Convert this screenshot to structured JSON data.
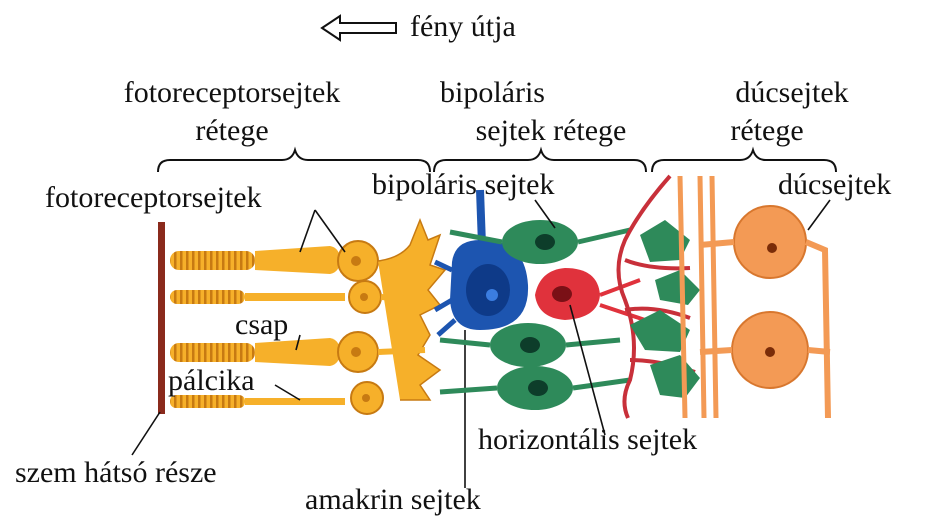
{
  "light_path": {
    "label": "fény útja",
    "arrow_icon": "left-arrow-icon"
  },
  "layers": {
    "photoreceptor": {
      "line1": "fotoreceptorsejtek",
      "line2": "rétege"
    },
    "bipolar": {
      "line1": "bipoláris",
      "line2": "sejtek rétege"
    },
    "ganglion": {
      "line1": "dúcsejtek",
      "line2": "rétege"
    }
  },
  "cells": {
    "photoreceptor": "fotoreceptorsejtek",
    "bipolar": "bipoláris sejtek",
    "ganglion": "dúcsejtek",
    "cone": "csap",
    "rod": "pálcika",
    "eye_back": "szem hátsó része",
    "horizontal": "horizontális sejtek",
    "amacrine": "amakrin sejtek"
  },
  "colors": {
    "receptor": "#f6b02a",
    "receptor_dark": "#c77a12",
    "bipolar": "#2e8a5a",
    "amacrine": "#1d55b0",
    "horizontal": "#e0323c",
    "ganglion": "#f39a55",
    "vessel": "#c8303a",
    "wall": "#8a2a1c"
  }
}
